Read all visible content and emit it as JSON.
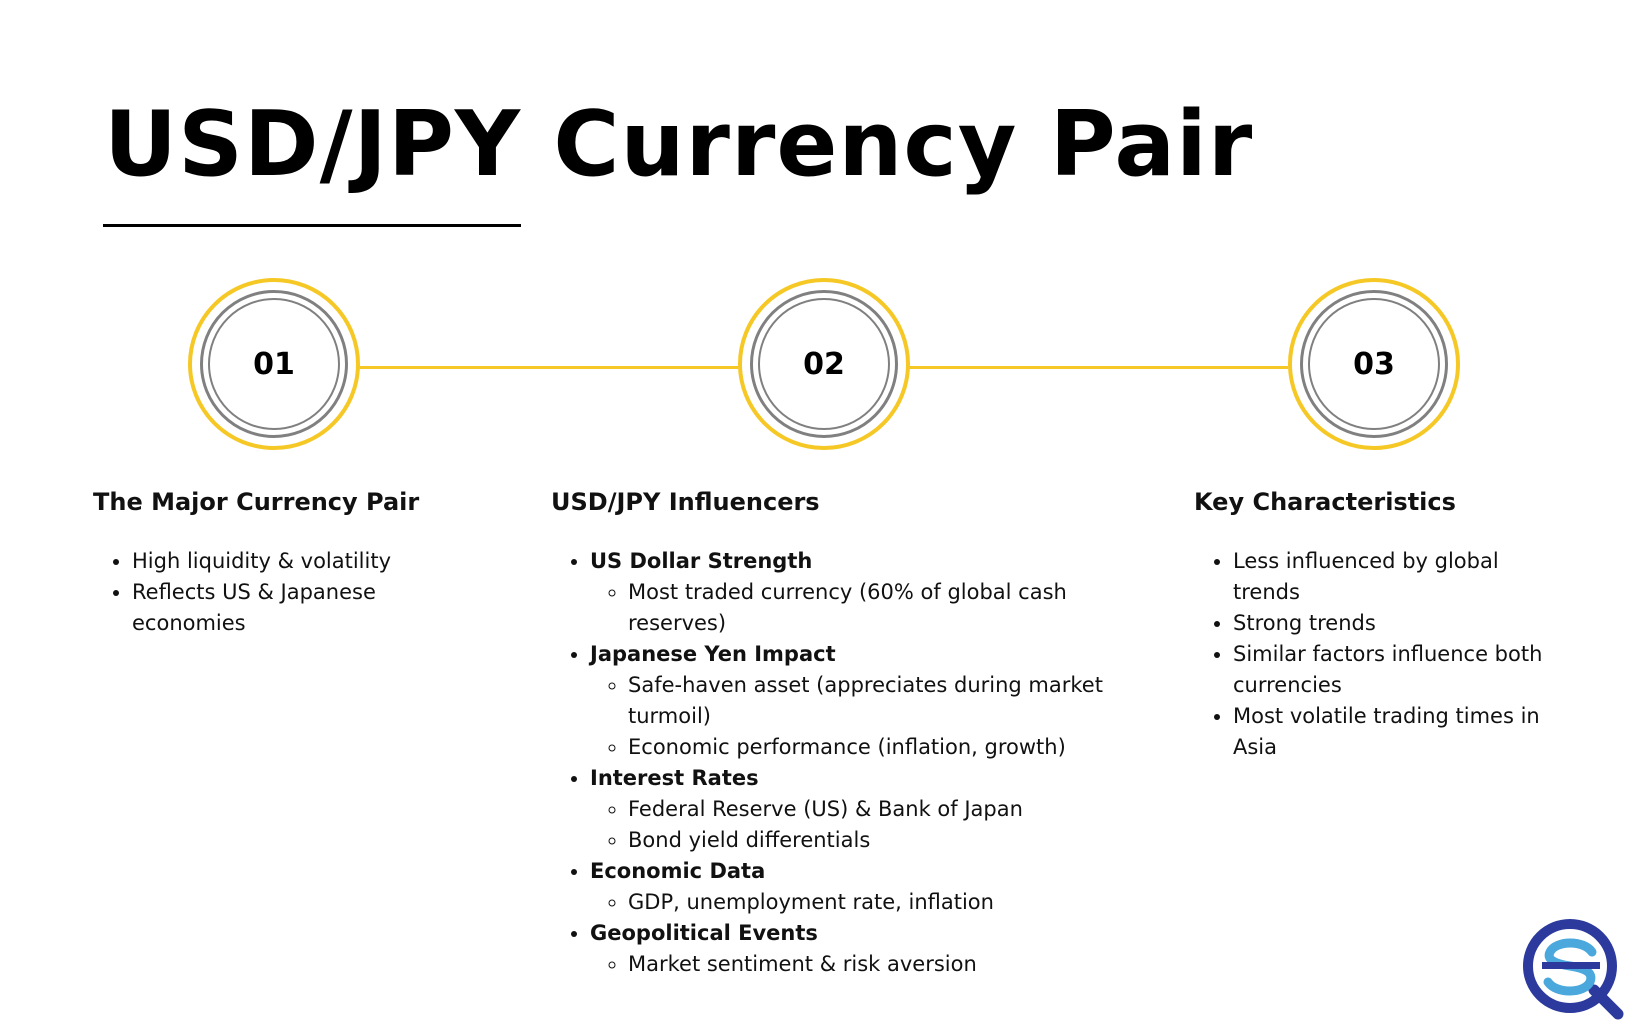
{
  "title": "USD/JPY Currency Pair",
  "colors": {
    "accent": "#f5c825",
    "ring_gray": "#808080",
    "logo_blue": "#2b3a9c",
    "logo_light": "#4aa8dc"
  },
  "steps": [
    {
      "number": "01"
    },
    {
      "number": "02"
    },
    {
      "number": "03"
    }
  ],
  "columns": [
    {
      "heading": "The Major Currency Pair",
      "points": [
        "High liquidity & volatility",
        "Reflects US & Japanese economies"
      ]
    },
    {
      "heading": "USD/JPY Influencers",
      "groups": [
        {
          "label": "US Dollar Strength",
          "items": [
            "Most traded currency (60% of global cash reserves)"
          ]
        },
        {
          "label": "Japanese Yen Impact",
          "items": [
            "Safe-haven asset (appreciates during market turmoil)",
            "Economic performance (inflation, growth)"
          ]
        },
        {
          "label": "Interest Rates",
          "items": [
            "Federal Reserve (US) & Bank of Japan",
            "Bond yield differentials"
          ]
        },
        {
          "label": "Economic Data",
          "items": [
            "GDP, unemployment rate, inflation"
          ]
        },
        {
          "label": "Geopolitical Events",
          "items": [
            "Market sentiment & risk aversion"
          ]
        }
      ]
    },
    {
      "heading": "Key Characteristics",
      "points": [
        "Less influenced by global trends",
        "Strong trends",
        "Similar factors influence both currencies",
        "Most volatile trading times in Asia"
      ]
    }
  ],
  "logo": {
    "icon": "sq-logo-icon"
  }
}
